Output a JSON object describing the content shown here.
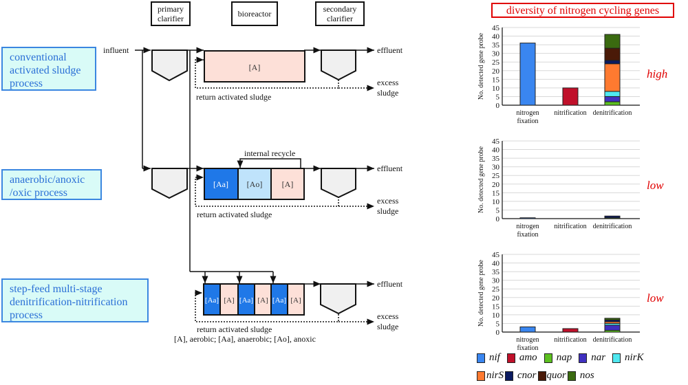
{
  "header": {
    "primary_clarifier": [
      "primary",
      "clarifier"
    ],
    "bioreactor": "bioreactor",
    "secondary_clarifier": [
      "secondary",
      "clarifier"
    ]
  },
  "processes": [
    {
      "name": "conventional activated sludge process",
      "lines": [
        "conventional",
        "activated sludge",
        "process"
      ],
      "diversity": "high",
      "reactors": [
        "[A]"
      ]
    },
    {
      "name": "anaerobic/anoxic/oxic process",
      "lines": [
        "anaerobic/anoxic",
        "/oxic process"
      ],
      "diversity": "low",
      "reactors": [
        "[Aa]",
        "[Ao]",
        "[A]"
      ]
    },
    {
      "name": "step-feed multi-stage denitrification-nitrification process",
      "lines": [
        "step-feed multi-stage",
        "denitrification-nitrification",
        "process"
      ],
      "diversity": "low",
      "reactors": [
        "[Aa]",
        "[A]",
        "[Aa]",
        "[A]",
        "[Aa]",
        "[A]"
      ]
    }
  ],
  "flow_labels": {
    "influent": "influent",
    "effluent": "effluent",
    "excess_sludge": [
      "excess",
      "sludge"
    ],
    "return_sludge": "return activated sludge",
    "internal_recycle": "internal recycle",
    "key": "[A], aerobic; [Aa], anaerobic; [Ao], anoxic"
  },
  "colors": {
    "aerobic": "#fde0d8",
    "anaerobic": "#1f78e8",
    "anoxic": "#bfe3fb",
    "clarifier": "#f0f0f0",
    "process_box_bg": "#d9fbf7",
    "process_box_border": "#3a86e0",
    "accent_red": "#e00000"
  },
  "legend": [
    {
      "gene": "nif",
      "color": "#3a86f0"
    },
    {
      "gene": "amo",
      "color": "#c0102a"
    },
    {
      "gene": "nap",
      "color": "#5cc020"
    },
    {
      "gene": "nar",
      "color": "#4030c0"
    },
    {
      "gene": "nirK",
      "color": "#50e8f0"
    },
    {
      "gene": "nirS",
      "color": "#ff7a30"
    },
    {
      "gene": "cnor",
      "color": "#0a1a60"
    },
    {
      "gene": "quor",
      "color": "#4a1a08"
    },
    {
      "gene": "nos",
      "color": "#3a6a10"
    }
  ],
  "chart_data": [
    {
      "type": "bar",
      "title": "diversity of nitrogen cycling genes",
      "process": "conventional activated sludge process",
      "annotation": "high",
      "ylabel": "No. detected gene probe",
      "ylim": [
        0,
        45
      ],
      "yticks": [
        0,
        5,
        10,
        15,
        20,
        25,
        30,
        35,
        40,
        45
      ],
      "grid": true,
      "categories": [
        "nitrogen fixation",
        "nitrification",
        "denitrification"
      ],
      "category_lines": [
        [
          "nitrogen",
          "fixation"
        ],
        [
          "nitrification"
        ],
        [
          "denitrification"
        ]
      ],
      "stacks": [
        [
          {
            "gene": "nif",
            "value": 36
          }
        ],
        [
          {
            "gene": "amo",
            "value": 10
          }
        ],
        [
          {
            "gene": "nap",
            "value": 2
          },
          {
            "gene": "nar",
            "value": 3
          },
          {
            "gene": "nirK",
            "value": 3
          },
          {
            "gene": "nirS",
            "value": 16
          },
          {
            "gene": "cnor",
            "value": 2
          },
          {
            "gene": "quor",
            "value": 7
          },
          {
            "gene": "nos",
            "value": 8
          }
        ]
      ]
    },
    {
      "type": "bar",
      "process": "anaerobic/anoxic/oxic process",
      "annotation": "low",
      "ylabel": "No. detected gene probe",
      "ylim": [
        0,
        45
      ],
      "yticks": [
        0,
        5,
        10,
        15,
        20,
        25,
        30,
        35,
        40,
        45
      ],
      "grid": true,
      "categories": [
        "nitrogen fixation",
        "nitrification",
        "denitrification"
      ],
      "category_lines": [
        [
          "nitrogen",
          "fixation"
        ],
        [
          "nitrification"
        ],
        [
          "denitrification"
        ]
      ],
      "stacks": [
        [
          {
            "gene": "nif",
            "value": 0.5
          }
        ],
        [],
        [
          {
            "gene": "nap",
            "value": 0.5
          },
          {
            "gene": "cnor",
            "value": 1
          }
        ]
      ]
    },
    {
      "type": "bar",
      "process": "step-feed multi-stage denitrification-nitrification process",
      "annotation": "low",
      "ylabel": "No. detected gene probe",
      "ylim": [
        0,
        45
      ],
      "yticks": [
        0,
        5,
        10,
        15,
        20,
        25,
        30,
        35,
        40,
        45
      ],
      "grid": true,
      "categories": [
        "nitrogen fixation",
        "nitrification",
        "denitrification"
      ],
      "category_lines": [
        [
          "nitrogen",
          "fixation"
        ],
        [
          "nitrification"
        ],
        [
          "denitrification"
        ]
      ],
      "stacks": [
        [
          {
            "gene": "nif",
            "value": 3
          }
        ],
        [
          {
            "gene": "amo",
            "value": 2
          }
        ],
        [
          {
            "gene": "nap",
            "value": 1
          },
          {
            "gene": "nar",
            "value": 3
          },
          {
            "gene": "nirK",
            "value": 1
          },
          {
            "gene": "nirS",
            "value": 1
          },
          {
            "gene": "cnor",
            "value": 1
          },
          {
            "gene": "nos",
            "value": 1
          }
        ]
      ]
    }
  ]
}
